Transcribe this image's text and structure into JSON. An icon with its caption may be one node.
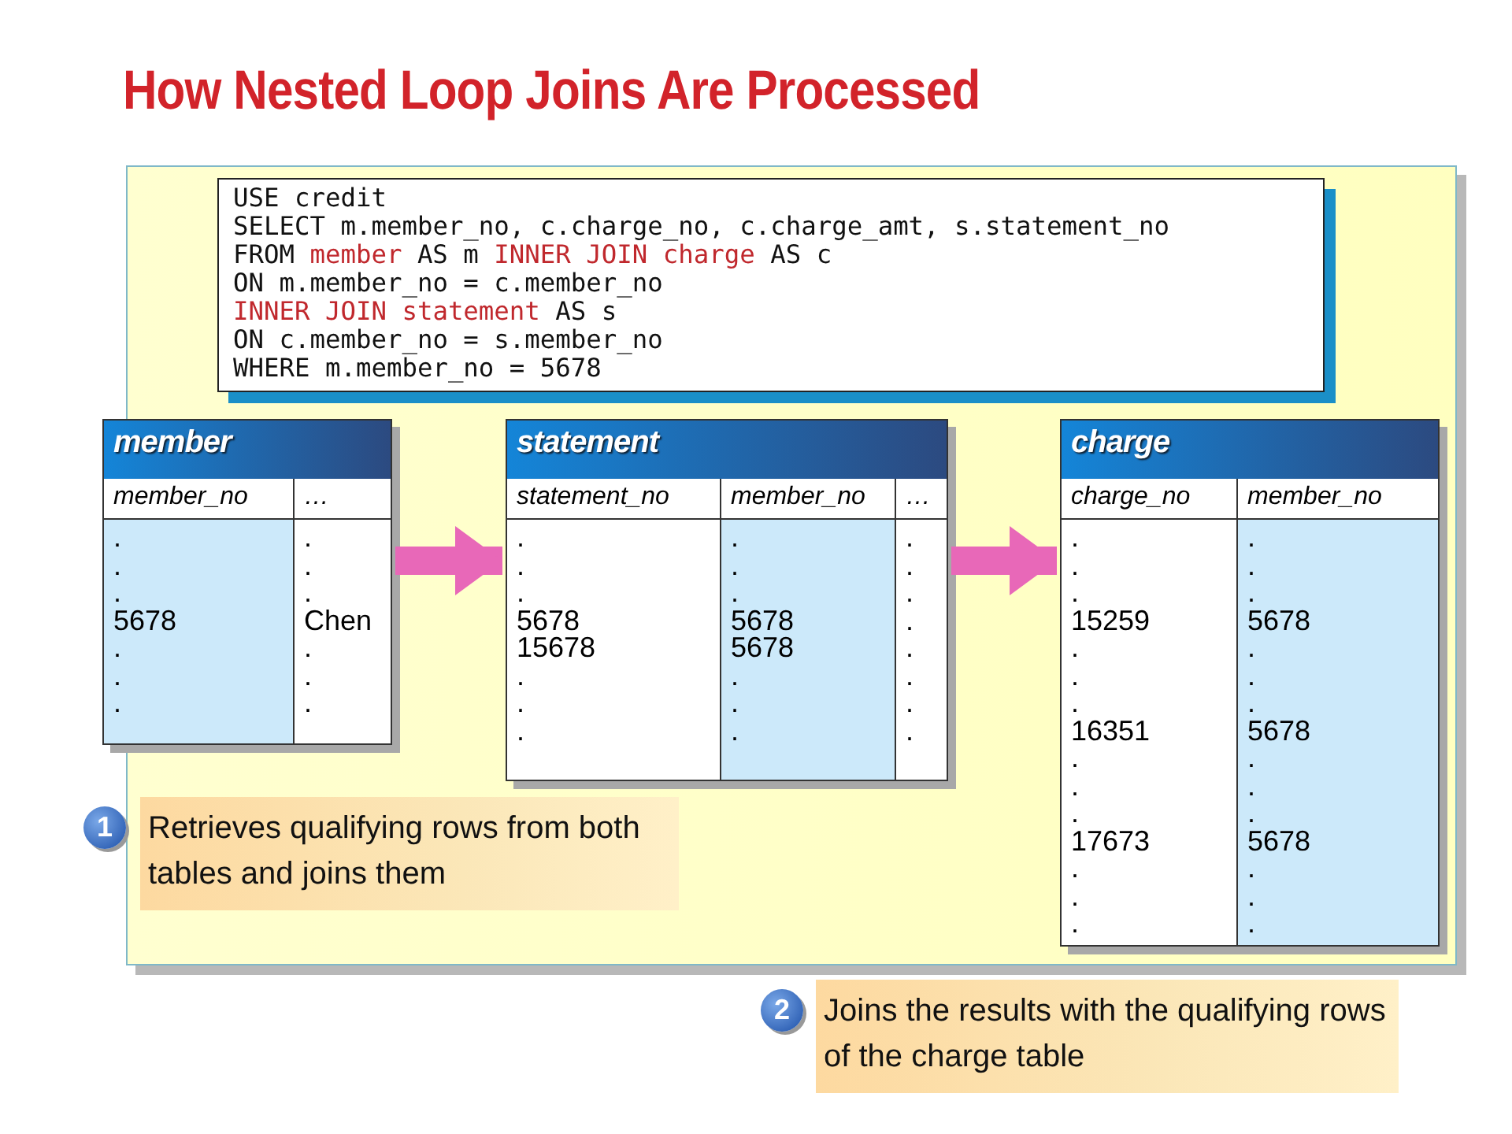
{
  "diagram": {
    "title": "How Nested Loop Joins Are Processed",
    "nodes": [
      {
        "text": [],
        "shape": "box"
      },
      {
        "text": [
          "USE credit",
          "SELECT m.member_no, c.charge_no, c.charge_amt, s.statement_no",
          "FROM",
          "member",
          "AS m",
          "INNER JOIN charge",
          "AS c",
          "ON m.member_no = c.member_no",
          "INNER JOIN statement",
          "AS s",
          "ON c.member_no = s.member_no",
          "WHERE m.member_no = 5678"
        ],
        "in": 0
      },
      {
        "text": [
          "member",
          "member_no",
          "…",
          ". . . 5678 . . .",
          ". . . Chen . . ."
        ],
        "in": 0
      },
      {
        "text": [
          "statement",
          "statement_no",
          "member_no",
          "…",
          ". . . 5678 15678 . . .",
          ". . . 5678 5678 . . .",
          ". . . . . . . ."
        ],
        "in": 0
      },
      {
        "text": [
          "charge",
          "charge_no",
          "member_no",
          ". . . 15259 . . . 16351 . . . 17673 . . .",
          ". . . 5678 . . . 5678 . . . 5678 . . ."
        ],
        "in": 0
      },
      {
        "text": [
          "Retrieves qualifying rows from both tables and joins them"
        ],
        "beside": [
          "1"
        ],
        "in": 0
      },
      {
        "text": [
          "Joins the results with the qualifying rows of the charge table"
        ],
        "beside": [
          "2"
        ]
      }
    ],
    "edges": [
      {
        "from": 2,
        "to": 3,
        "arrow": "to"
      },
      {
        "from": 3,
        "to": 4,
        "arrow": "to"
      }
    ]
  }
}
